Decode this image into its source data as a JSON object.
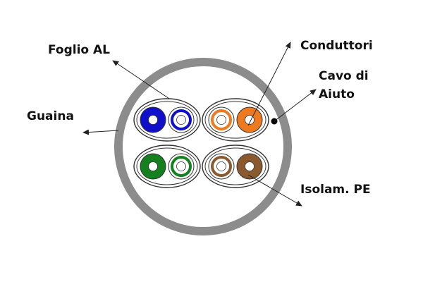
{
  "labels": {
    "foil": "Foglio AL",
    "sheath": "Guaina",
    "conductors": "Conduttori",
    "drain_line1": "Cavo di",
    "drain_line2": "Aiuto",
    "insulation": "Isolam. PE"
  },
  "colors": {
    "sheath": "#8c8c8c",
    "pair_blue": "#1010cc",
    "pair_orange": "#ee7a20",
    "pair_green": "#14801e",
    "pair_brown": "#8a5a2e",
    "white_stripe": "#ffffff",
    "outline": "#333333"
  },
  "pairs": [
    {
      "name": "blue-pair",
      "color_key": "pair_blue"
    },
    {
      "name": "orange-pair",
      "color_key": "pair_orange"
    },
    {
      "name": "green-pair",
      "color_key": "pair_green"
    },
    {
      "name": "brown-pair",
      "color_key": "pair_brown"
    }
  ]
}
